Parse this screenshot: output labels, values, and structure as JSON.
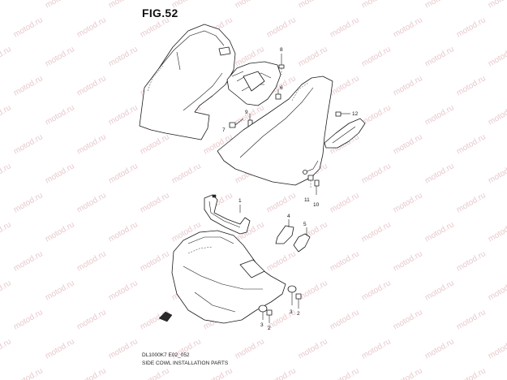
{
  "figure": {
    "title": "FIG.52",
    "code": "DL1000K7 E02_052",
    "caption": "SIDE COWL INSTALLATION PARTS"
  },
  "watermark": {
    "text": "motod.ru",
    "color": "#e8c9cc"
  },
  "callouts": [
    "1",
    "2",
    "2",
    "3",
    "3",
    "4",
    "5",
    "6",
    "7",
    "8",
    "9",
    "10",
    "11",
    "12"
  ]
}
